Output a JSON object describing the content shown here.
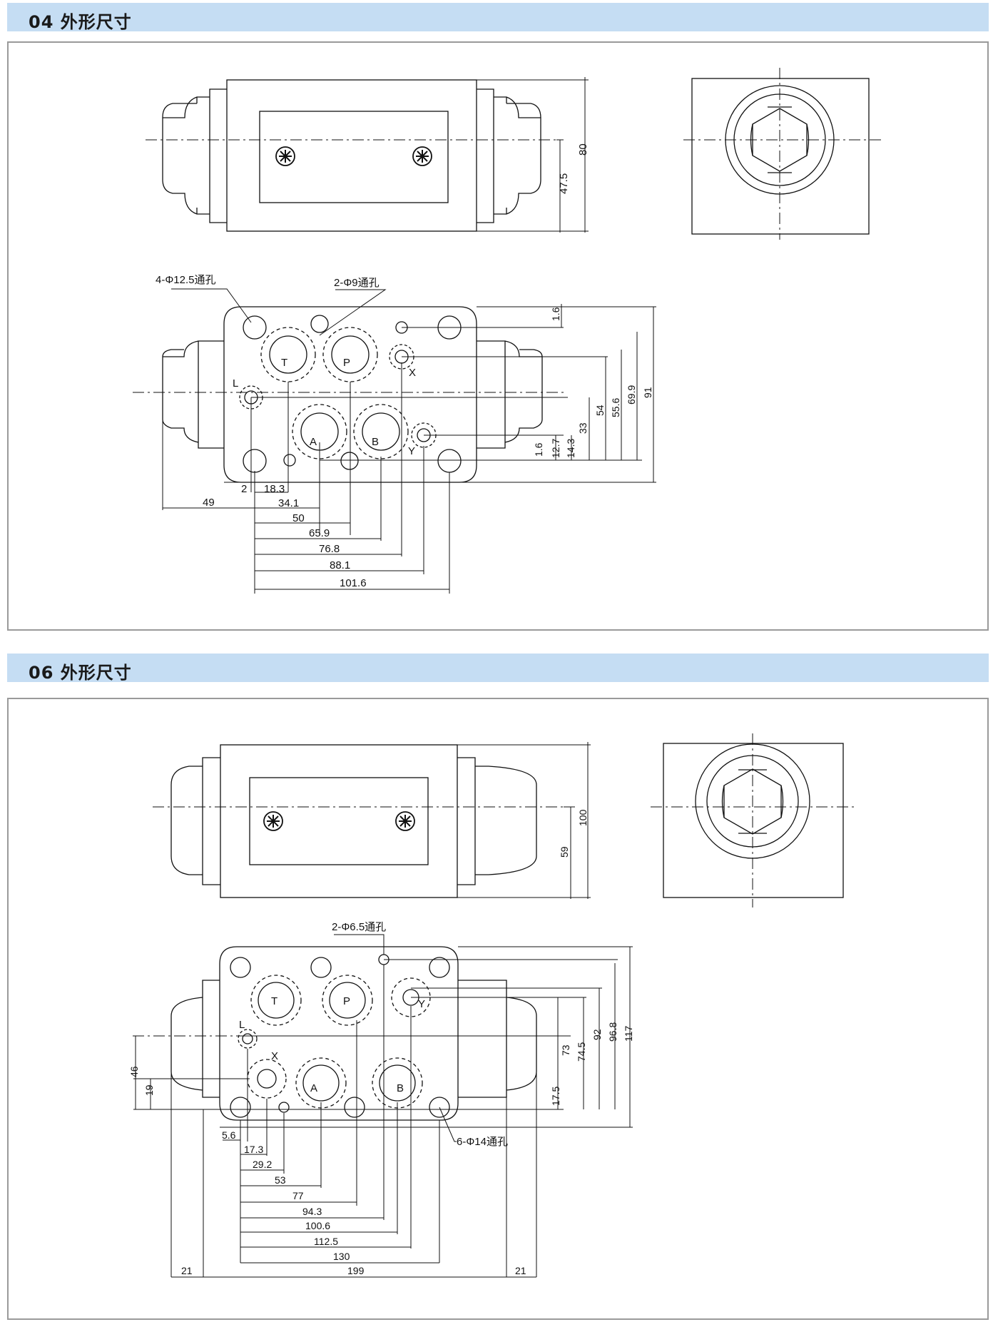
{
  "sections": [
    {
      "title": "04 外形尺寸",
      "notes": {
        "mount_holes": "4-Φ12.5通孔",
        "pin_holes": "2-Φ9通孔"
      },
      "ports": [
        "T",
        "P",
        "X",
        "L",
        "A",
        "B",
        "Y"
      ],
      "top_dims": [
        "80",
        "47.5"
      ],
      "right_dims": [
        "1.6",
        "54",
        "55.6",
        "69.9",
        "91",
        "33",
        "1.6",
        "12.7",
        "14.3"
      ],
      "bottom_dims": [
        "2",
        "18.3",
        "49",
        "34.1",
        "50",
        "65.9",
        "76.8",
        "88.1",
        "101.6"
      ]
    },
    {
      "title": "06 外形尺寸",
      "notes": {
        "pin_holes": "2-Φ6.5通孔",
        "mount_holes": "6-Φ14通孔"
      },
      "ports": [
        "T",
        "P",
        "Y",
        "L",
        "X",
        "A",
        "B"
      ],
      "top_dims": [
        "100",
        "59"
      ],
      "right_dims": [
        "73",
        "74.5",
        "92",
        "96.8",
        "117",
        "17.5"
      ],
      "left_dims": [
        "46",
        "19"
      ],
      "bottom_dims": [
        "5.6",
        "17.3",
        "29.2",
        "53",
        "77",
        "94.3",
        "100.6",
        "112.5",
        "130",
        "21",
        "199",
        "21"
      ]
    }
  ]
}
